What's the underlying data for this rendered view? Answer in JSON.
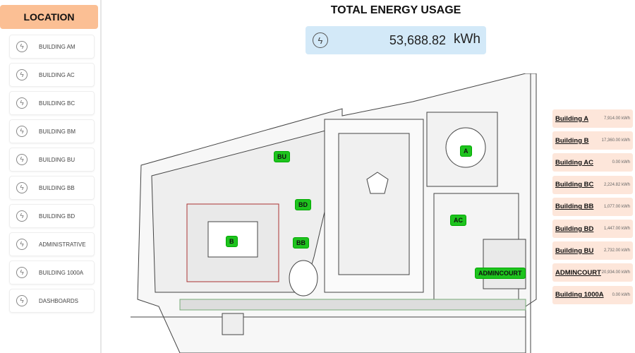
{
  "sidebar": {
    "header": "LOCATION",
    "items": [
      "BUILDING AM",
      "BUILDING AC",
      "BUILDING BC",
      "BUILDING BM",
      "BUILDING BU",
      "BUILDING BB",
      "BUILDING BD",
      "ADMINISTRATIVE",
      "BUILDING 1000A",
      "DASHBOARDS"
    ]
  },
  "header": {
    "title": "TOTAL ENERGY USAGE",
    "value": "53,688.82",
    "unit": "kWh"
  },
  "map": {
    "labels": [
      "BU",
      "BD",
      "BB",
      "B",
      "A",
      "AC",
      "ADMINCOURT"
    ]
  },
  "buildings": [
    {
      "name": "Building A",
      "value": "7,914.00 kWh"
    },
    {
      "name": "Building B",
      "value": "17,360.00 kWh"
    },
    {
      "name": "Building AC",
      "value": "0.00 kWh"
    },
    {
      "name": "Building BC",
      "value": "2,224.82 kWh"
    },
    {
      "name": "Building BB",
      "value": "1,077.00 kWh"
    },
    {
      "name": "Building BD",
      "value": "1,447.00 kWh"
    },
    {
      "name": "Building BU",
      "value": "2,732.00 kWh"
    },
    {
      "name": "ADMINCOURT",
      "value": "20,934.00 kWh"
    },
    {
      "name": "Building 1000A",
      "value": "0.00 kWh"
    }
  ]
}
